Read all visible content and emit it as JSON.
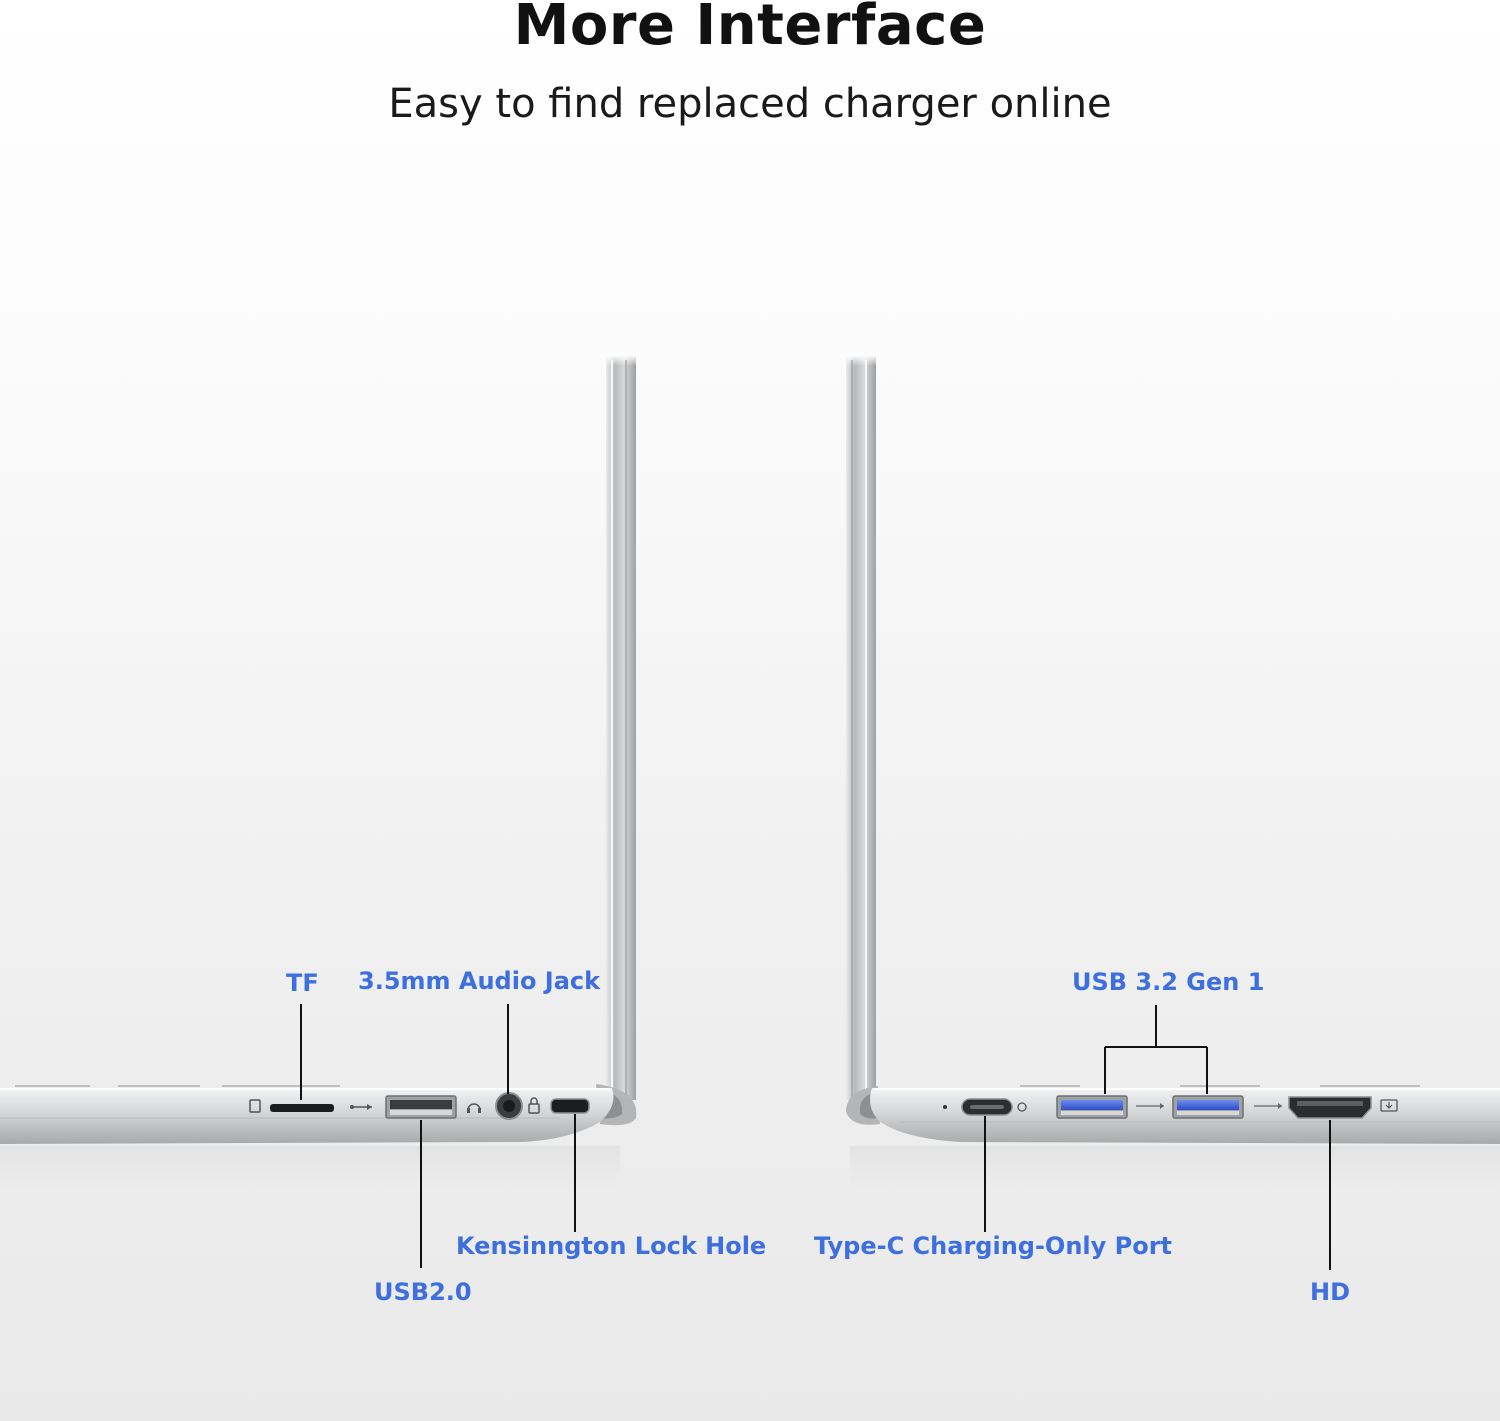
{
  "header": {
    "title": "More Interface",
    "subtitle": "Easy to find replaced charger online"
  },
  "left_side": {
    "ports": [
      {
        "label": "TF"
      },
      {
        "label": "3.5mm Audio Jack"
      },
      {
        "label": "USB2.0"
      },
      {
        "label": "Kensinngton Lock Hole"
      }
    ]
  },
  "right_side": {
    "ports": [
      {
        "label": "USB 3.2 Gen 1"
      },
      {
        "label": "Type-C Charging-Only Port"
      },
      {
        "label": "HD"
      }
    ]
  },
  "colors": {
    "label_blue": "#3d6fe0",
    "usb3_port_blue": "#3f63d8",
    "laptop_silver": "#c9cbcd"
  }
}
